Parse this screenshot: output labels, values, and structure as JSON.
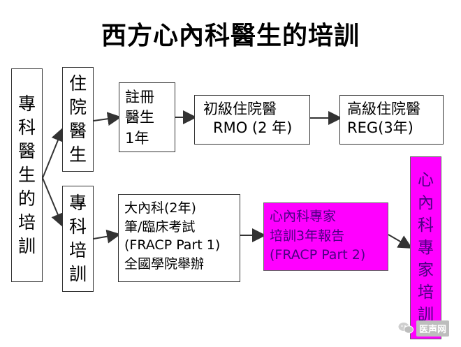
{
  "title": "西方心內科醫生的培訓",
  "nodes": {
    "root": [
      "專",
      "科",
      "醫",
      "生",
      "的",
      "培",
      "訓"
    ],
    "resident": [
      "住",
      "院",
      "醫",
      "生"
    ],
    "specialist_training": [
      "專",
      "科",
      "培",
      "訓"
    ],
    "intern": [
      "註冊",
      "醫生",
      "1年"
    ],
    "rmo": [
      "初級住院醫",
      "RMO (2 年)"
    ],
    "reg": [
      "高級住院醫",
      "REG(3年)"
    ],
    "physician_exam": [
      "大內科(2年)",
      "筆/臨床考試",
      "(FRACP Part 1)",
      "全國學院舉辦"
    ],
    "cardio_report": [
      "心內科專家",
      "培訓3年報告",
      "(FRACP Part 2)"
    ],
    "cardio_specialist": [
      "心",
      "內",
      "科",
      "專",
      "家",
      "培",
      "訓"
    ]
  },
  "colors": {
    "pink_fill": "#ff00ff",
    "pink_text": "#4b0082",
    "border": "#333333"
  },
  "watermark": {
    "icon": "wechat-bubbles-icon",
    "text": "医声网"
  }
}
